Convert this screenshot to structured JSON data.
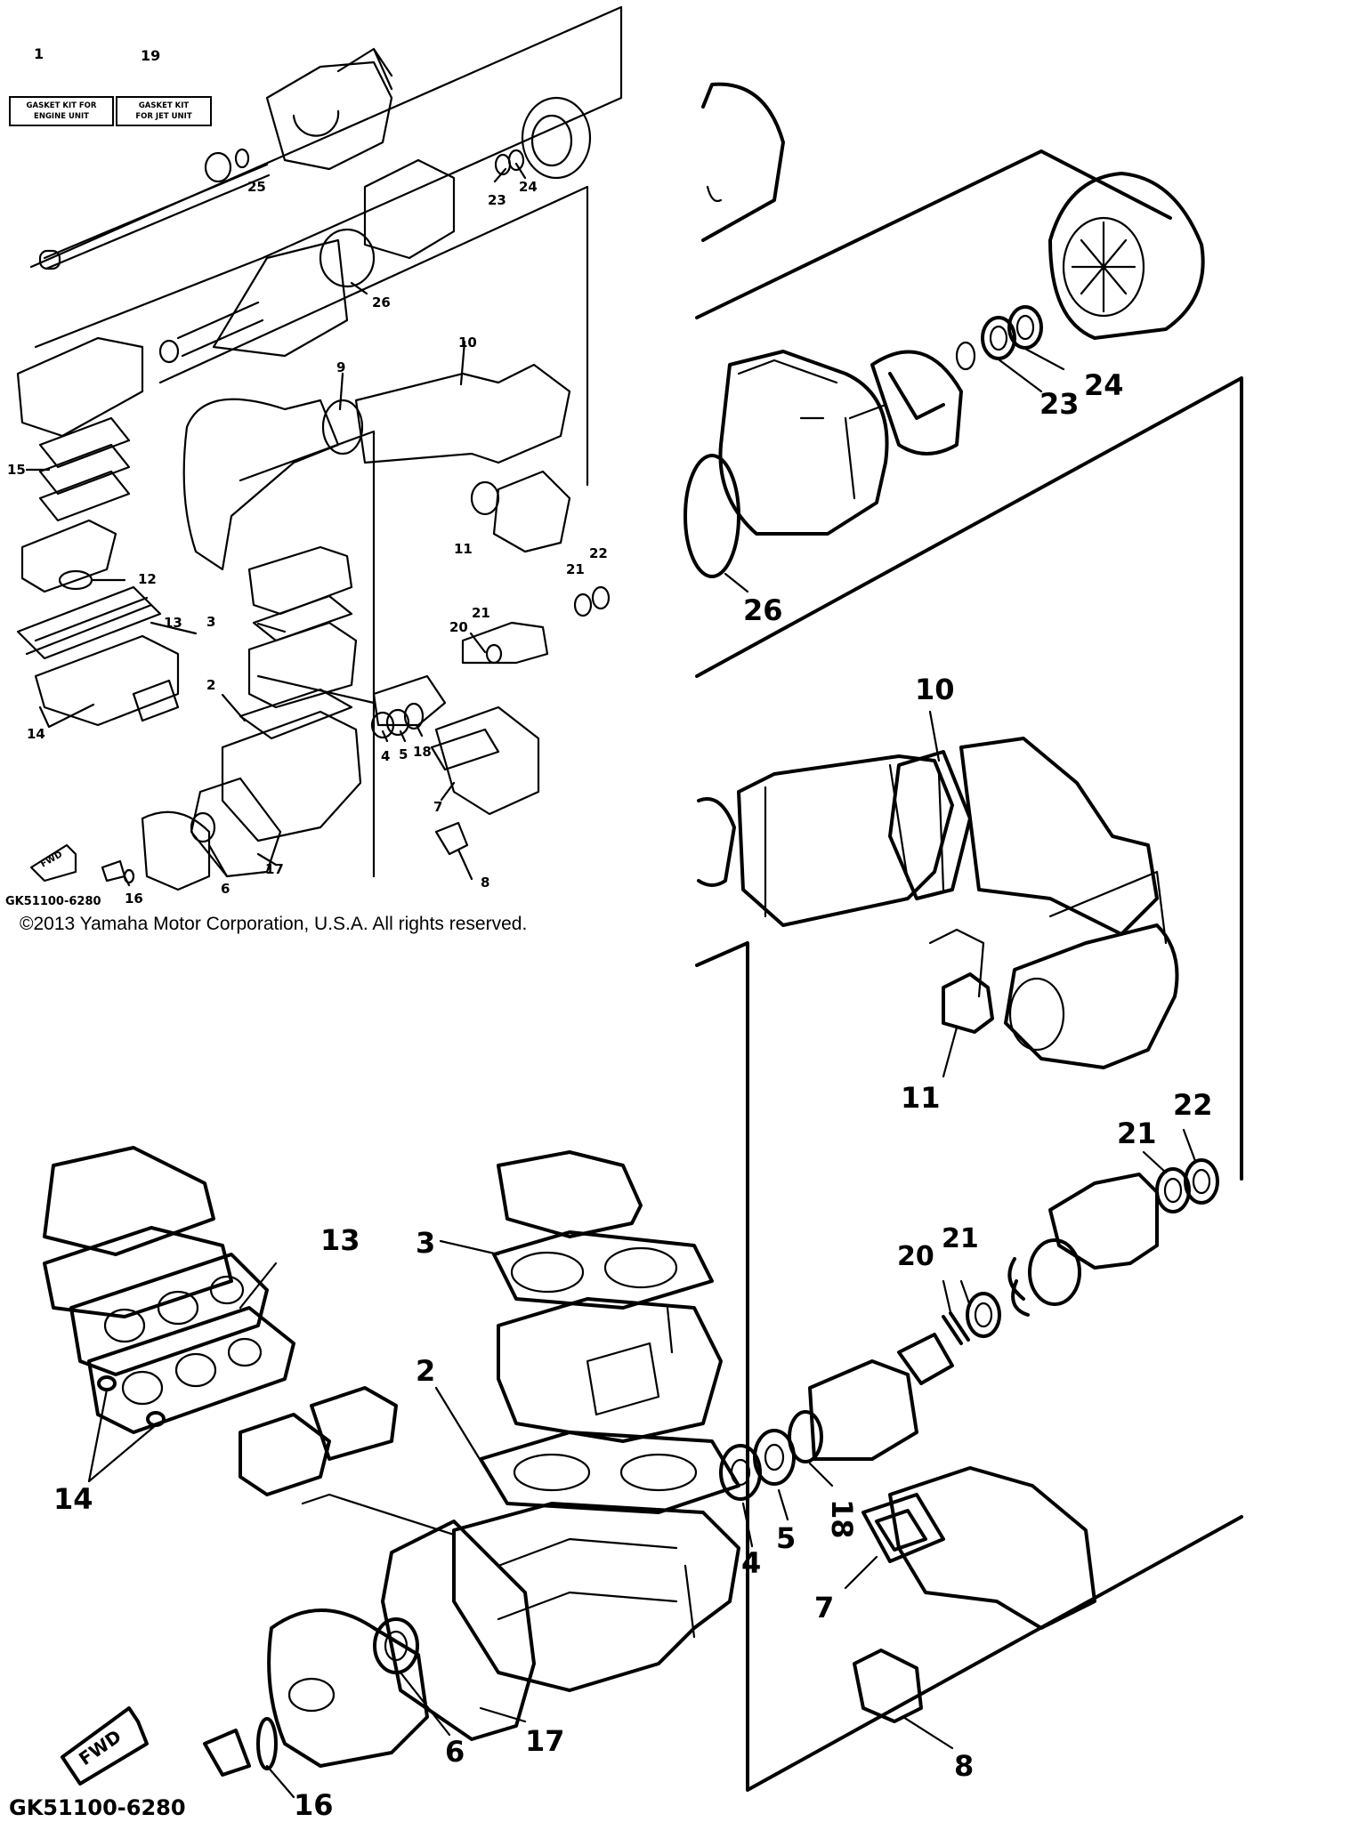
{
  "copyright": "©2013 Yamaha Motor Corporation, U.S.A. All rights reserved.",
  "kits": [
    {
      "number": "1",
      "line1": "GASKET KIT FOR",
      "line2": "ENGINE UNIT"
    },
    {
      "number": "19",
      "line1": "GASKET KIT",
      "line2": "FOR JET UNIT"
    }
  ],
  "fwd_label": "FWD",
  "drawing_code": "GK51100-6280",
  "small_labels": {
    "l25": "25",
    "l23": "23",
    "l24": "24",
    "l26": "26",
    "l10": "10",
    "l9": "9",
    "l15": "15",
    "l11": "11",
    "l12": "12",
    "l21a": "21",
    "l22": "22",
    "l13": "13",
    "l3": "3",
    "l20": "20",
    "l21b": "21",
    "l2": "2",
    "l14": "14",
    "l4": "4",
    "l5": "5",
    "l18": "18",
    "l7": "7",
    "l17": "17",
    "l6": "6",
    "l8": "8",
    "l16": "16"
  },
  "large_labels": {
    "l23": "23",
    "l24": "24",
    "l26": "26",
    "l10": "10",
    "l11": "11",
    "l21a": "21",
    "l22": "22",
    "l20": "20",
    "l21b": "21",
    "l13": "13",
    "l3": "3",
    "l2": "2",
    "l14": "14",
    "l4": "4",
    "l5": "5",
    "l18": "18",
    "l7": "7",
    "l17": "17",
    "l6": "6",
    "l8": "8",
    "l16": "16"
  }
}
